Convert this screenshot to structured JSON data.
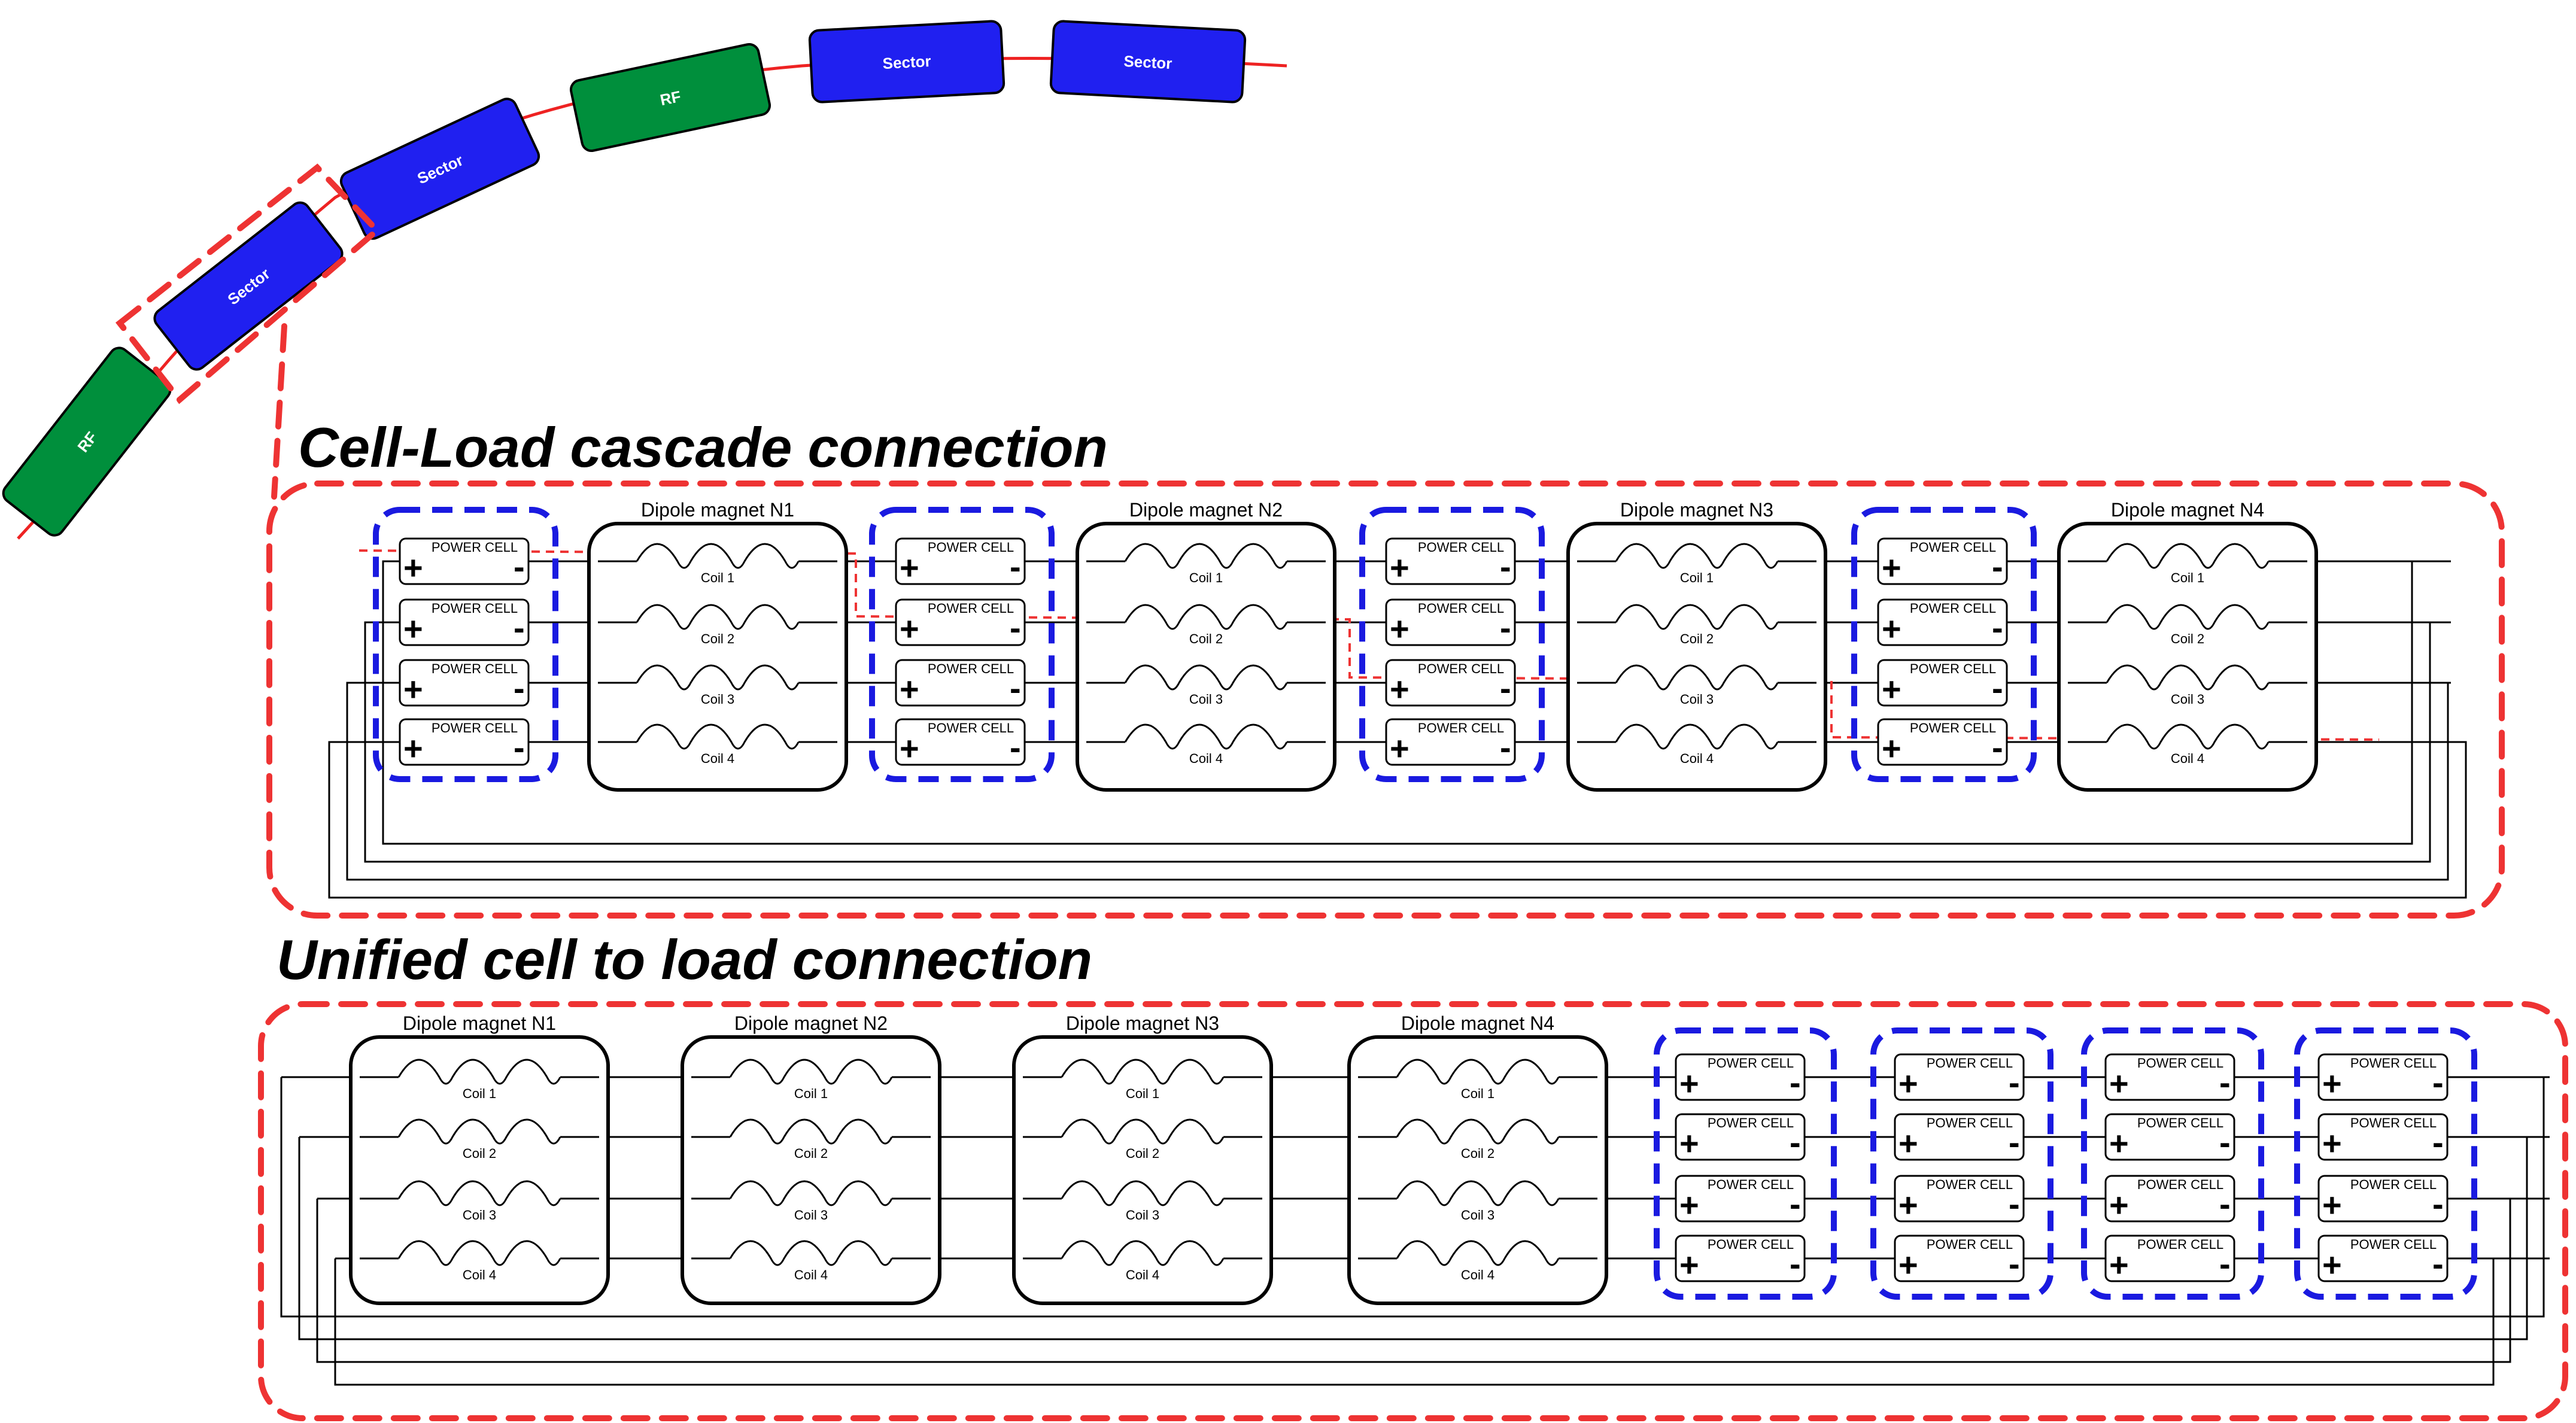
{
  "ring": {
    "segments": [
      {
        "label": "RF",
        "kind": "rf"
      },
      {
        "label": "Sector",
        "kind": "sector"
      },
      {
        "label": "Sector",
        "kind": "sector"
      },
      {
        "label": "RF",
        "kind": "rf"
      },
      {
        "label": "Sector",
        "kind": "sector"
      },
      {
        "label": "Sector",
        "kind": "sector"
      }
    ]
  },
  "colors": {
    "rf": "#008f3c",
    "sector": "#2020f0",
    "ring_line": "#ee2222",
    "highlight": "#ee3333",
    "cell_group": "#1a1ae0",
    "wire": "#000000"
  },
  "cascade": {
    "title": "Cell-Load cascade connection",
    "magnets": [
      "Dipole magnet N1",
      "Dipole magnet N2",
      "Dipole magnet N3",
      "Dipole magnet N4"
    ],
    "coils": [
      "Coil 1",
      "Coil 2",
      "Coil 3",
      "Coil 4"
    ],
    "cell_label": "POWER CELL",
    "plus": "+",
    "minus": "-"
  },
  "unified": {
    "title": "Unified cell to load connection",
    "magnets": [
      "Dipole magnet N1",
      "Dipole magnet N2",
      "Dipole magnet N3",
      "Dipole magnet N4"
    ],
    "coils": [
      "Coil 1",
      "Coil 2",
      "Coil 3",
      "Coil 4"
    ],
    "cell_label": "POWER CELL",
    "plus": "+",
    "minus": "-"
  }
}
